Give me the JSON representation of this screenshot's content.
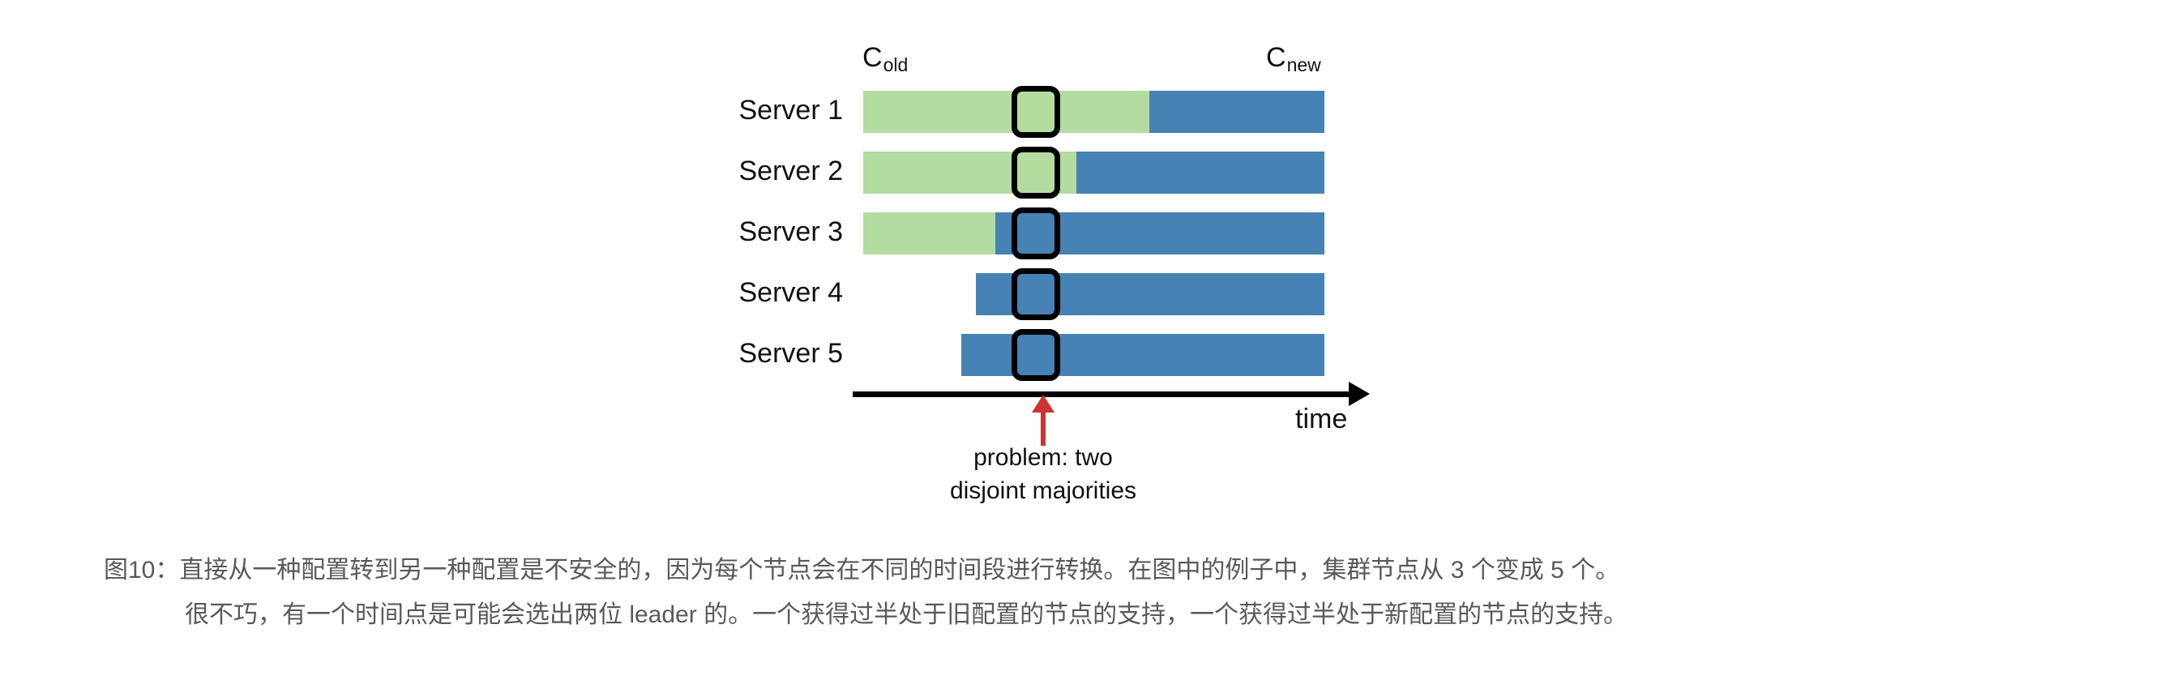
{
  "figure": {
    "config_labels": {
      "old": {
        "base": "C",
        "sub": "old"
      },
      "new": {
        "base": "C",
        "sub": "new"
      }
    },
    "axis": {
      "label": "time"
    },
    "annotation": {
      "line1": "problem: two",
      "line2": "disjoint majorities"
    },
    "rows": [
      {
        "label": "Server 1",
        "old_end_pct": 55.6,
        "bar_start_pct": 0,
        "has_old": true
      },
      {
        "label": "Server 2",
        "old_end_pct": 46.2,
        "bar_start_pct": 0,
        "has_old": true
      },
      {
        "label": "Server 3",
        "old_end_pct": 28.6,
        "bar_start_pct": 0,
        "has_old": true
      },
      {
        "label": "Server 4",
        "old_end_pct": 0,
        "bar_start_pct": 24.4,
        "has_old": false
      },
      {
        "label": "Server 5",
        "old_end_pct": 0,
        "bar_start_pct": 21.2,
        "has_old": false
      }
    ],
    "colors": {
      "old_config": "#b4dca0",
      "new_config": "#4682b4",
      "highlight_border": "#000000",
      "annotation_arrow": "#cc3333",
      "caption_text": "#59595b"
    }
  },
  "caption": {
    "line1": "图10：直接从一种配置转到另一种配置是不安全的，因为每个节点会在不同的时间段进行转换。在图中的例子中，集群节点从 3 个变成 5 个。",
    "line2": "很不巧，有一个时间点是可能会选出两位 leader 的。一个获得过半处于旧配置的节点的支持，一个获得过半处于新配置的节点的支持。"
  },
  "chart_data": {
    "type": "bar",
    "title": "",
    "categories": [
      "Server 1",
      "Server 2",
      "Server 3",
      "Server 4",
      "Server 5"
    ],
    "series": [
      {
        "name": "C_old",
        "values": [
          55.6,
          46.2,
          28.6,
          0,
          0
        ]
      },
      {
        "name": "C_new",
        "values": [
          44.4,
          53.8,
          71.4,
          75.6,
          78.8
        ]
      }
    ],
    "xlabel": "time",
    "ylabel": "",
    "legend": [
      "C_old",
      "C_new"
    ],
    "annotations": [
      "problem: two disjoint majorities"
    ]
  }
}
